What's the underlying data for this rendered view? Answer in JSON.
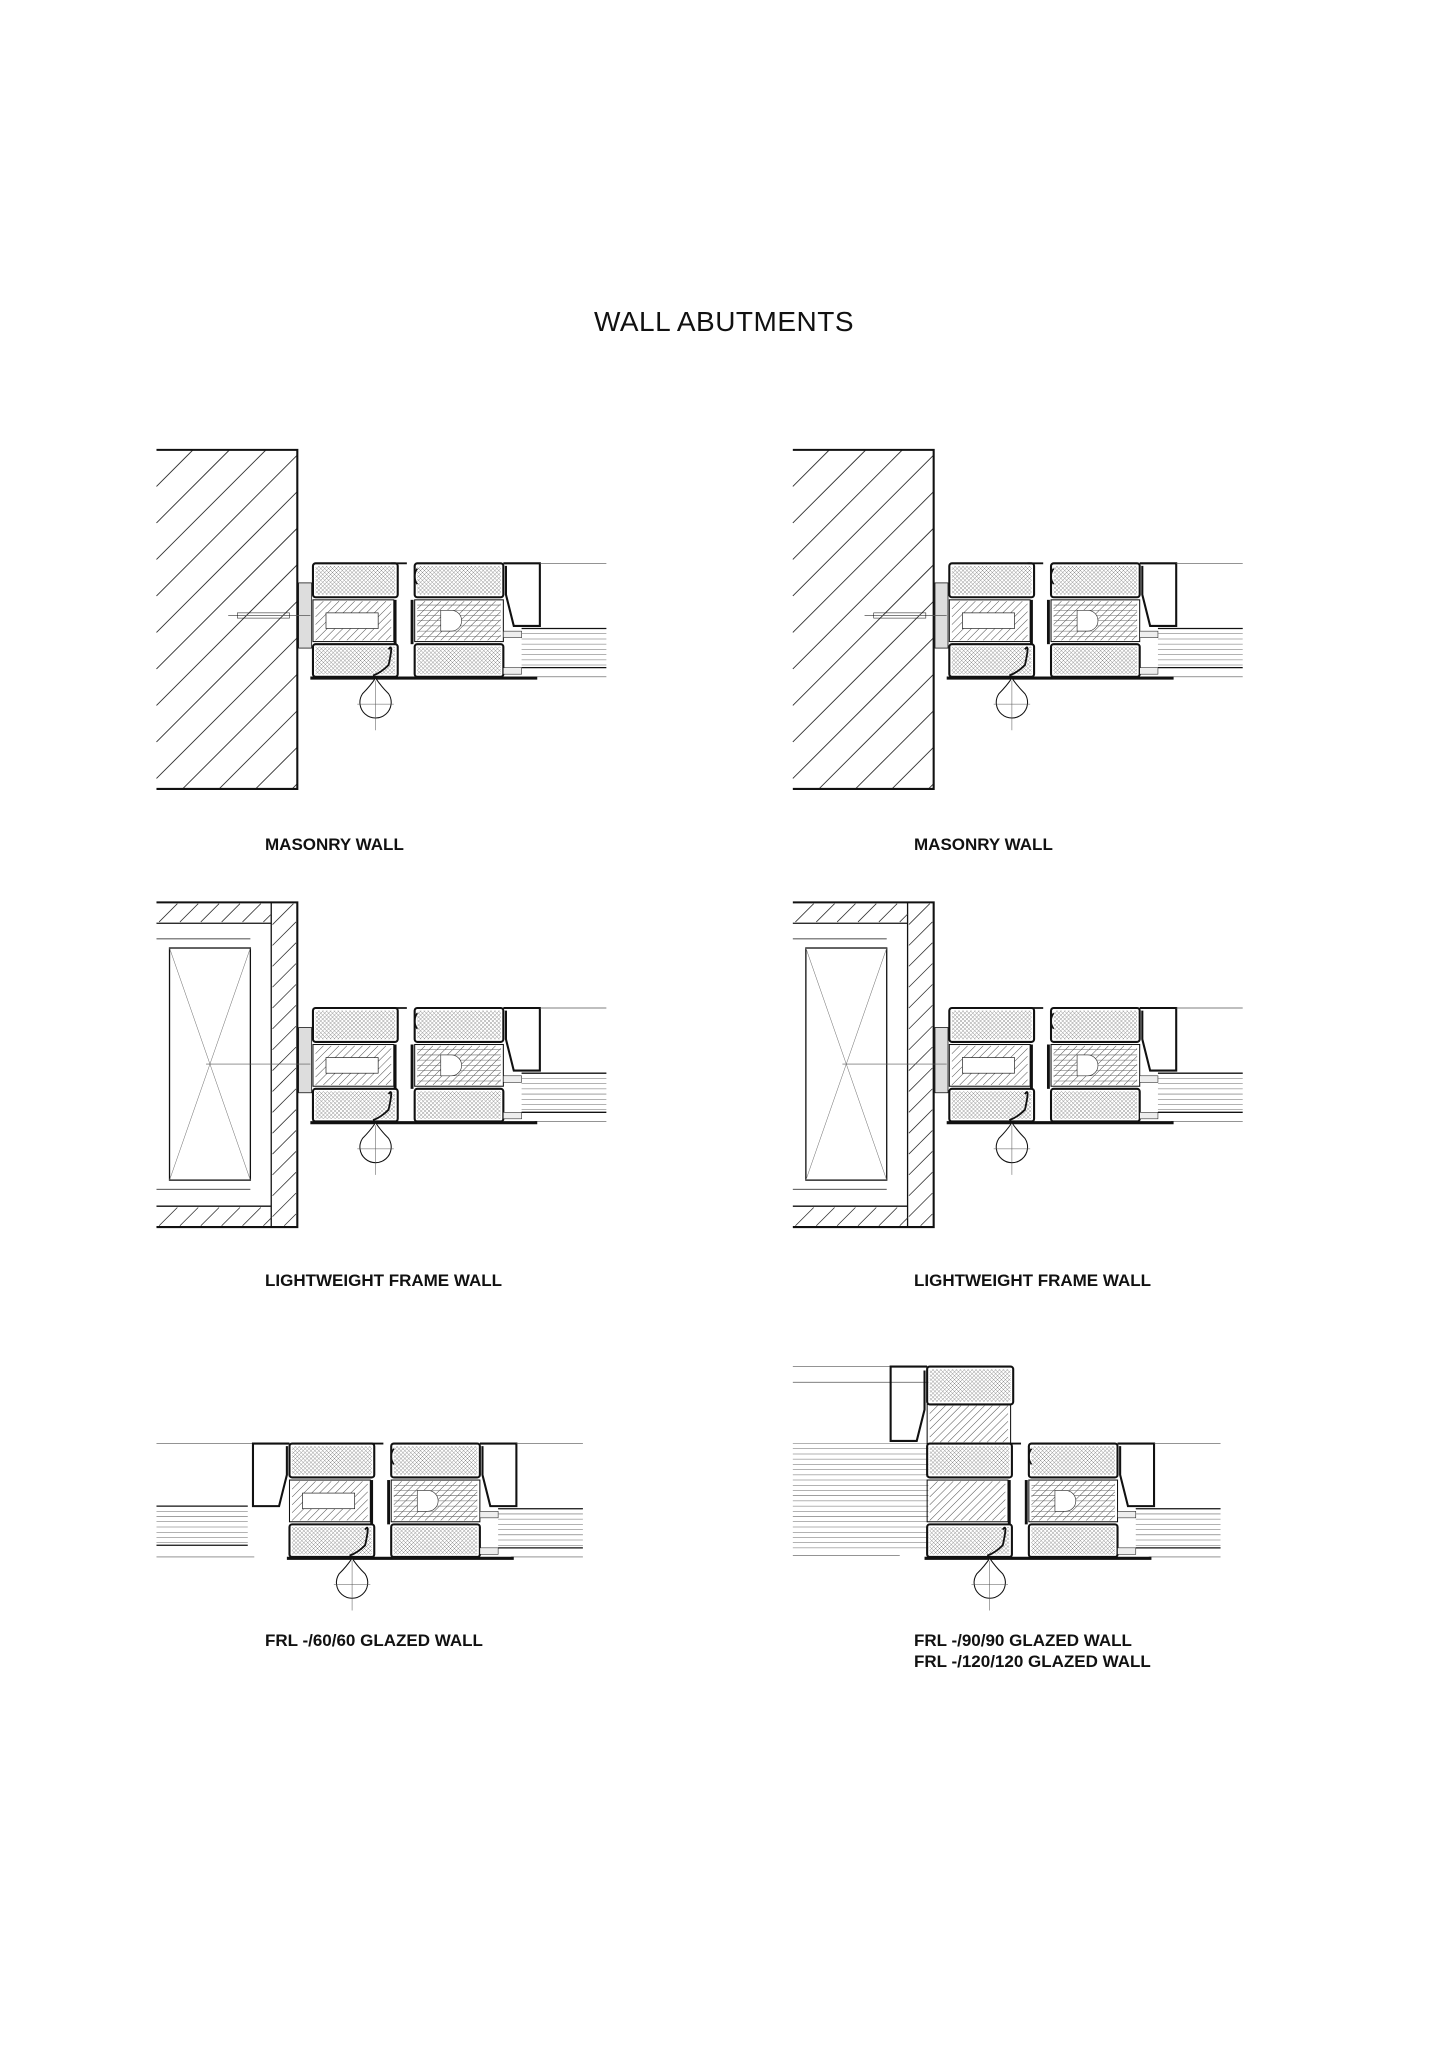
{
  "title": "WALL ABUTMENTS",
  "details": [
    {
      "label": "MASONRY WALL",
      "wall": "masonry"
    },
    {
      "label": "MASONRY WALL",
      "wall": "masonry"
    },
    {
      "label": "LIGHTWEIGHT FRAME WALL",
      "wall": "lightweight"
    },
    {
      "label": "LIGHTWEIGHT FRAME WALL",
      "wall": "lightweight"
    },
    {
      "label": "FRL -/60/60 GLAZED WALL",
      "wall": "glazed"
    },
    {
      "label": "FRL -/90/90 GLAZED WALL",
      "label2": "FRL -/120/120 GLAZED WALL",
      "wall": "glazed-high"
    }
  ]
}
